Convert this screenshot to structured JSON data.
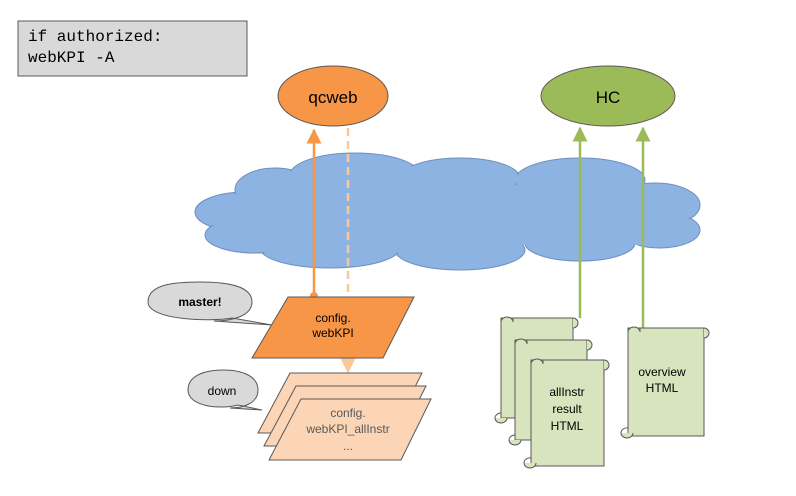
{
  "codebox": {
    "line1": "if authorized:",
    "line2": "webKPI -A"
  },
  "nodes": {
    "qcweb": "qcweb",
    "hc": "HC"
  },
  "callouts": {
    "master": "master!",
    "down": "down"
  },
  "config_master": {
    "line1": "config.",
    "line2": "webKPI"
  },
  "config_stack_back": {
    "line1": "c..."
  },
  "config_stack_front": {
    "line1": "config.",
    "line2": "webKPI_allInstr",
    "line3": "..."
  },
  "scroll_allinstr": {
    "line1": "allInstr",
    "line2": "result",
    "line3": "HTML"
  },
  "scroll_overview": {
    "line1": "overview",
    "line2": "HTML"
  },
  "colors": {
    "orange": "#f79646",
    "orange_light": "#fbd5b5",
    "green": "#9bbb59",
    "green_light": "#d7e4bd",
    "cloud": "#8db3e2",
    "gray_box": "#d9d9d9",
    "gray_bubble": "#d9d9d9"
  }
}
